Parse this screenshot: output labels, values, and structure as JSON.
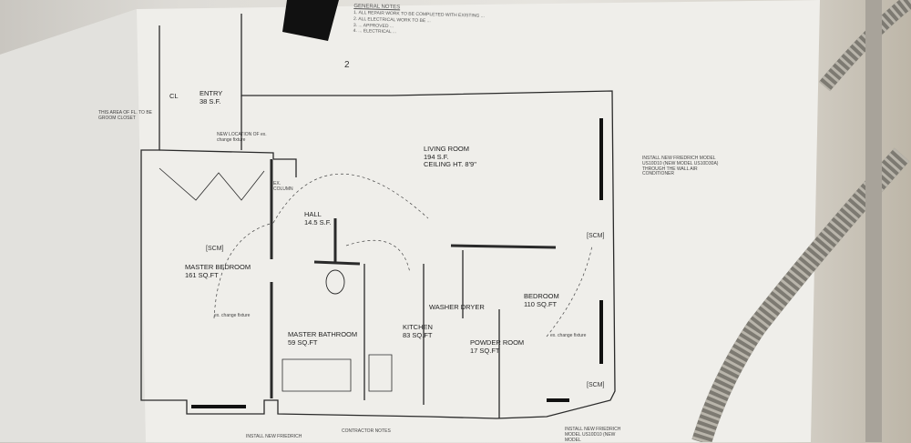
{
  "scene": {
    "description_type": "photo of architectural floor plan",
    "colors": {
      "paper": "#f1f0ec",
      "ink": "#2a2a2a",
      "conduit": "#8d8a82",
      "tape": "#111111"
    }
  },
  "notes": {
    "header": "GENERAL NOTES",
    "lines": [
      "1. ALL REPAIR WORK TO BE COMPLETED WITH EXISTING ...",
      "2. ALL ELECTRICAL WORK TO BE ...",
      "3. ... APPROVED ...",
      "4. ... ELECTRICAL ..."
    ],
    "revision_mark": "2"
  },
  "rooms": {
    "entry": {
      "name": "ENTRY",
      "area": "38 s.f."
    },
    "living": {
      "name": "LIVING ROOM",
      "area": "194 s.f.",
      "ceiling": "CEILING HT. 8'9\""
    },
    "hall": {
      "name": "HALL",
      "area": "14.5 s.f."
    },
    "master_bedroom": {
      "name": "MASTER BEDROOM",
      "area": "161 sq.ft"
    },
    "master_bathroom": {
      "name": "MASTER BATHROOM",
      "area": "59 sq.ft"
    },
    "kitchen": {
      "name": "KITCHEN",
      "area": "83 sq.ft"
    },
    "bedroom": {
      "name": "BEDROOM",
      "area": "110 sq.ft"
    },
    "powder": {
      "name": "POWDER ROOM",
      "area": "17 sq.ft"
    },
    "washer": {
      "name": "WASHER DRYER"
    },
    "cl": "CL",
    "scm": "[SCM]"
  },
  "annotations": {
    "closet": "THIS AREA OF FL. TO BE GROOM CLOSET",
    "new_location": "NEW LOCATION OF ex. change fixture",
    "ex_change_1": "ex. change fixture",
    "ex_change_2": "ex. change fixture",
    "ac_right": "INSTALL NEW FRIEDRICH MODEL US10D10 (NEW MODEL US10D30A) THROUGH THE WALL AIR CONDITIONER",
    "ac_bottom_left": "INSTALL NEW FRIEDRICH",
    "ac_bottom_right": "INSTALL NEW FRIEDRICH MODEL US10D10 (NEW MODEL",
    "contractor": "CONTRACTOR NOTES",
    "column": "EX. COLUMN"
  }
}
